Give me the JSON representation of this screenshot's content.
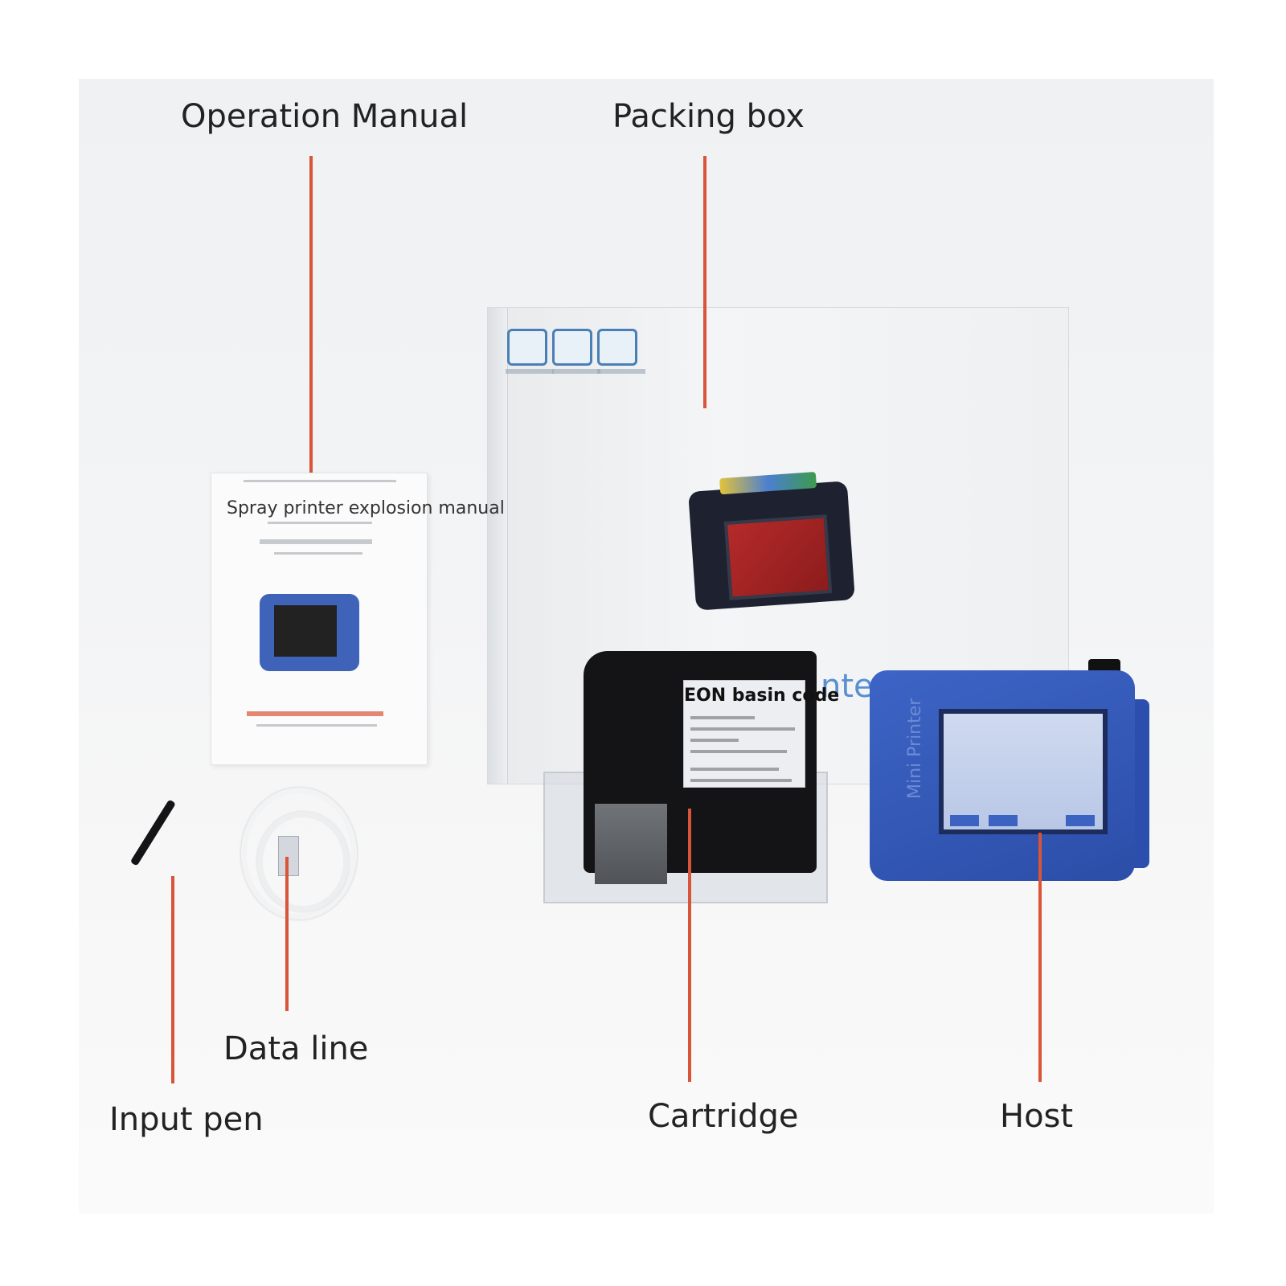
{
  "callouts": {
    "operation_manual": "Operation Manual",
    "packing_box": "Packing box",
    "data_line": "Data line",
    "input_pen": "Input pen",
    "cartridge": "Cartridge",
    "host": "Host"
  },
  "manual": {
    "title": "Spray printer explosion manual"
  },
  "cartridge_label": {
    "text": "EON basin code"
  },
  "box_text": {
    "fragment": "nte"
  },
  "host_device": {
    "side_text": "Mini Printer"
  },
  "colors": {
    "leader_line": "#d9553a",
    "host_blue": "#3d64c6",
    "cartridge_black": "#141416"
  }
}
